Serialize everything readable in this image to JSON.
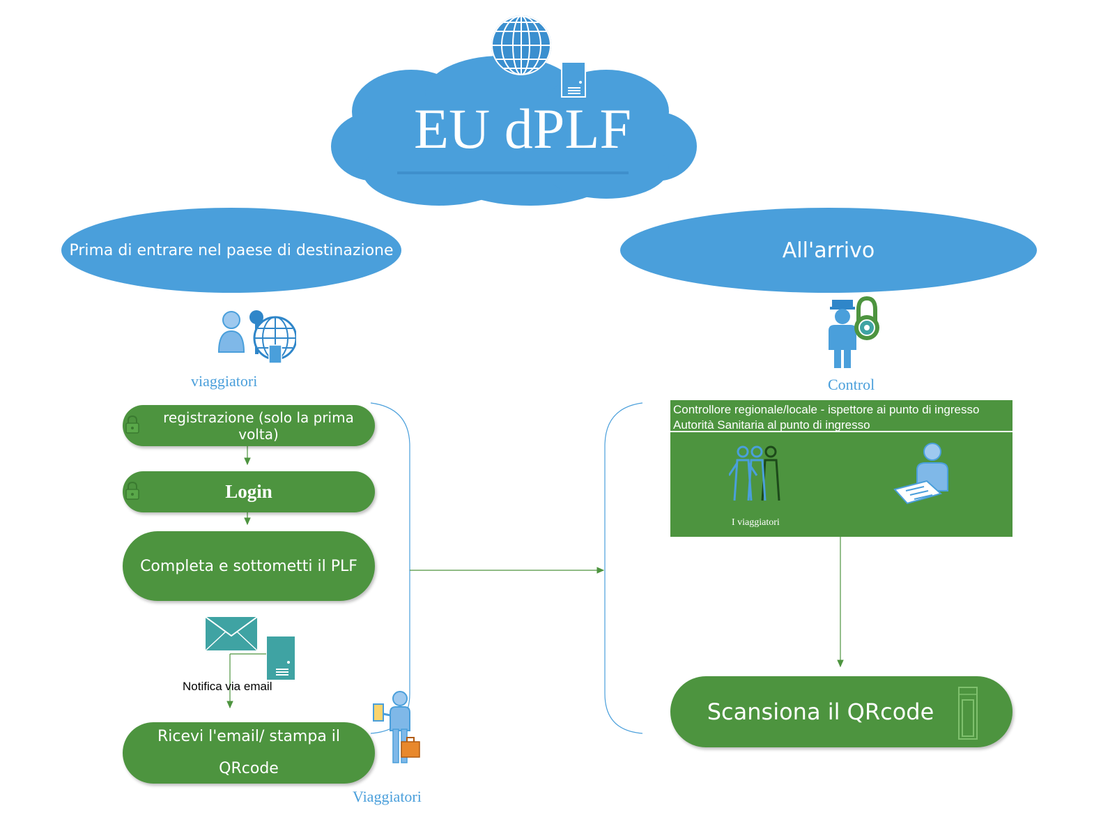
{
  "title": "EU dPLF",
  "left": {
    "heading": "Prima di entrare nel paese di destinazione",
    "actor_caption": "viaggiatori",
    "steps": [
      "registrazione (solo la prima volta)",
      "Login",
      "Completa e sottometti il PLF"
    ],
    "notification": "Notifica via email",
    "final_step": "Ricevi l'email/ stampa il QRcode",
    "bottom_caption": "Viaggiatori"
  },
  "right": {
    "heading": "All'arrivo",
    "actor_caption": "Control",
    "box_line1": "Controllore regionale/locale - ispettore ai punto di ingresso",
    "box_line2": "Autorità Sanitaria al punto di ingresso",
    "group_label": "I viaggiatori",
    "final_step": "Scansiona il QRcode"
  },
  "colors": {
    "blue": "#4a9fdb",
    "green": "#4d943f",
    "teal": "#3fa3a3"
  },
  "icons": [
    "globe-icon",
    "server-icon",
    "user-key-globe-icon",
    "officer-lock-icon",
    "lock-icon",
    "email-icon",
    "server-icon",
    "travelers-group-icon",
    "inspector-icon",
    "traveler-suitcase-icon",
    "qr-scanner-icon"
  ]
}
